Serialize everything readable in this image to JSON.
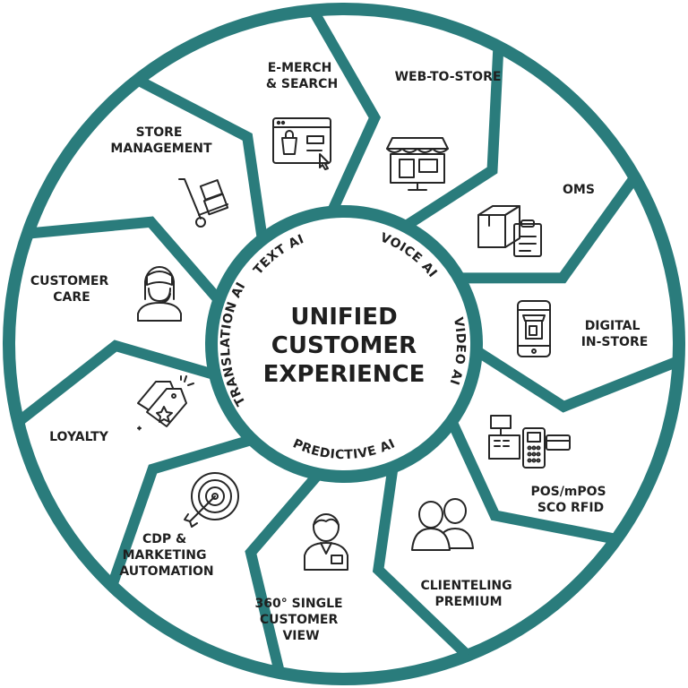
{
  "colors": {
    "ring": "#2a7c7c",
    "text": "#1f1f1f",
    "background": "#ffffff"
  },
  "center": {
    "title_lines": [
      "UNIFIED",
      "CUSTOMER",
      "EXPERIENCE"
    ]
  },
  "ai_labels": [
    "TEXT AI",
    "VOICE AI",
    "VIDEO AI",
    "PREDICTIVE AI",
    "TRANSLATION AI"
  ],
  "segments": [
    {
      "id": "e-merch",
      "lines": [
        "E-MERCH",
        "& SEARCH"
      ],
      "icon": "browser-shopping-icon"
    },
    {
      "id": "web-to-store",
      "lines": [
        "WEB-TO-STORE"
      ],
      "icon": "storefront-monitor-icon"
    },
    {
      "id": "oms",
      "lines": [
        "OMS"
      ],
      "icon": "boxes-clipboard-icon"
    },
    {
      "id": "digital-in-store",
      "lines": [
        "DIGITAL",
        "IN-STORE"
      ],
      "icon": "smartphone-shop-icon"
    },
    {
      "id": "pos",
      "lines": [
        "POS/mPOS",
        "SCO RFID"
      ],
      "icon": "cash-register-icon"
    },
    {
      "id": "clienteling",
      "lines": [
        "CLIENTELING",
        "PREMIUM"
      ],
      "icon": "two-people-icon"
    },
    {
      "id": "single-view",
      "lines": [
        "360° SINGLE",
        "CUSTOMER",
        "VIEW"
      ],
      "icon": "customer-badge-icon"
    },
    {
      "id": "cdp",
      "lines": [
        "CDP &",
        "MARKETING",
        "AUTOMATION"
      ],
      "icon": "target-arrow-icon"
    },
    {
      "id": "loyalty",
      "lines": [
        "LOYALTY"
      ],
      "icon": "star-tags-icon"
    },
    {
      "id": "customer-care",
      "lines": [
        "CUSTOMER",
        "CARE"
      ],
      "icon": "headset-agent-icon"
    },
    {
      "id": "store-management",
      "lines": [
        "STORE",
        "MANAGEMENT"
      ],
      "icon": "hand-truck-icon"
    }
  ]
}
